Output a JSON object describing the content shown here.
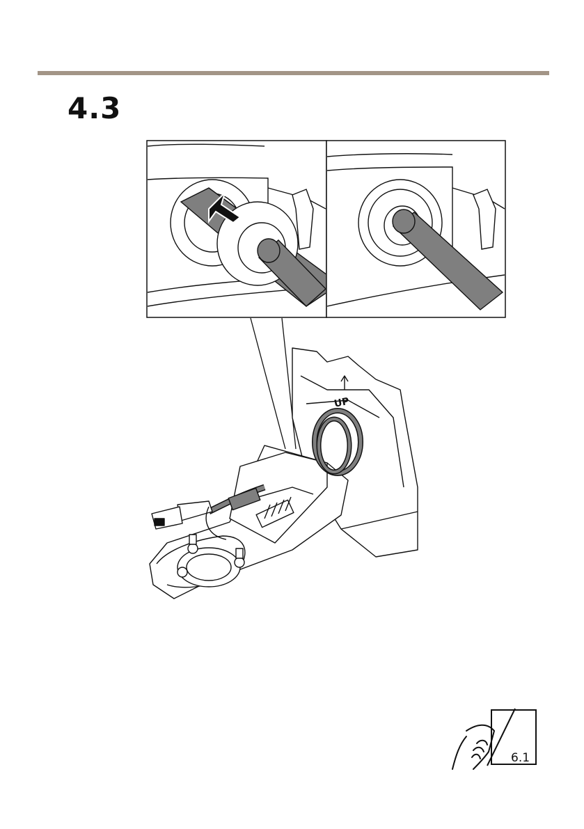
{
  "section": {
    "step_number": "4.3"
  },
  "figure": {
    "label_up": "UP"
  },
  "page_reference": {
    "label": "6.1"
  },
  "colors": {
    "rule": "#a39587",
    "cable": "#808080",
    "line": "#111111"
  }
}
